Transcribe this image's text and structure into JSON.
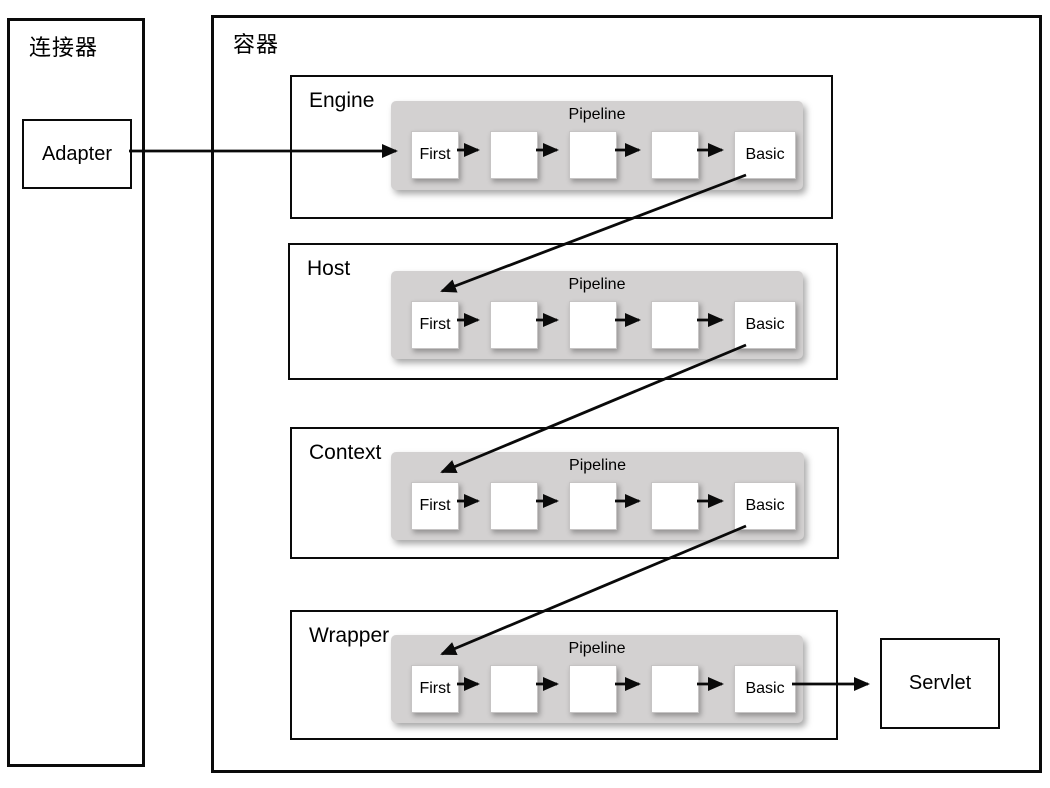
{
  "diagram": {
    "connector": {
      "label": "连接器",
      "adapter_label": "Adapter"
    },
    "container": {
      "label": "容器",
      "rows": [
        {
          "label": "Engine",
          "pipeline_label": "Pipeline",
          "first_label": "First",
          "basic_label": "Basic"
        },
        {
          "label": "Host",
          "pipeline_label": "Pipeline",
          "first_label": "First",
          "basic_label": "Basic"
        },
        {
          "label": "Context",
          "pipeline_label": "Pipeline",
          "first_label": "First",
          "basic_label": "Basic"
        },
        {
          "label": "Wrapper",
          "pipeline_label": "Pipeline",
          "first_label": "First",
          "basic_label": "Basic"
        }
      ],
      "servlet_label": "Servlet"
    },
    "colors": {
      "background": "#ffffff",
      "border": "#0a0a0a",
      "pipeline_bg": "#d3d1d1",
      "arrow": "#0a0a0a"
    }
  }
}
